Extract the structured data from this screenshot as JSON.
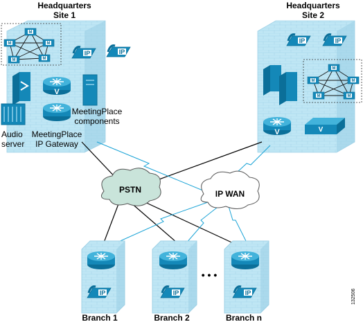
{
  "sites": {
    "hq1": {
      "title_line1": "Headquarters",
      "title_line2": "Site 1"
    },
    "hq2": {
      "title_line1": "Headquarters",
      "title_line2": "Site 2"
    }
  },
  "components": {
    "audio_line1": "Audio",
    "audio_line2": "server",
    "mp_components_line1": "MeetingPlace",
    "mp_components_line2": "components",
    "mp_gateway_line1": "MeetingPlace",
    "mp_gateway_line2": "IP Gateway"
  },
  "clouds": {
    "pstn": "PSTN",
    "ipwan": "IP WAN"
  },
  "branches": {
    "b1": "Branch 1",
    "b2": "Branch 2",
    "bn": "Branch n",
    "ellipsis": "• • •"
  },
  "icon_text": {
    "ip": "IP",
    "v": "V",
    "m": "M"
  },
  "figure_id": "132506",
  "colors": {
    "building": "#b9e3f2",
    "building_edge": "#9fd1e6",
    "device": "#1488b8",
    "cloud": "#c9e4da",
    "link_line": "#000000",
    "wan_line": "#1aa3d6"
  }
}
